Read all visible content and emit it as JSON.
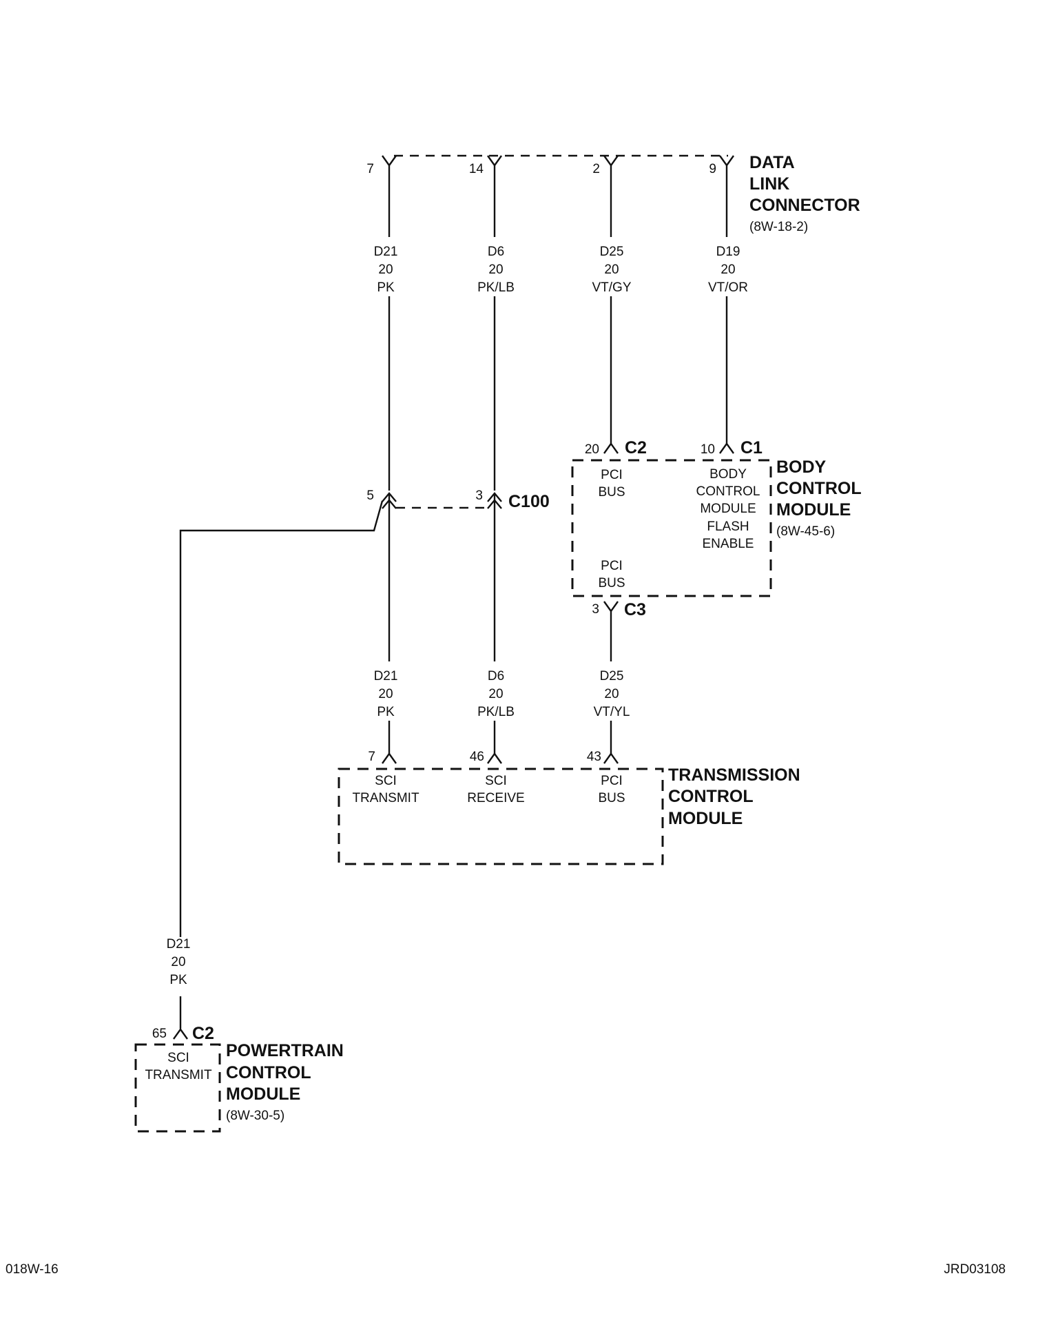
{
  "data_link_connector": {
    "name_lines": [
      "DATA",
      "LINK",
      "CONNECTOR"
    ],
    "ref": "(8W-18-2)",
    "pins": [
      "7",
      "14",
      "2",
      "9"
    ]
  },
  "upper_wires": [
    {
      "circuit": "D21",
      "gauge": "20",
      "color": "PK"
    },
    {
      "circuit": "D6",
      "gauge": "20",
      "color": "PK/LB"
    },
    {
      "circuit": "D25",
      "gauge": "20",
      "color": "VT/GY"
    },
    {
      "circuit": "D19",
      "gauge": "20",
      "color": "VT/OR"
    }
  ],
  "bcm": {
    "name_lines": [
      "BODY",
      "CONTROL",
      "MODULE"
    ],
    "ref": "(8W-45-6)",
    "c2_pin": "20",
    "c2_label": "C2",
    "c1_pin": "10",
    "c1_label": "C1",
    "c3_pin": "3",
    "c3_label": "C3",
    "pci_top": [
      "PCI",
      "BUS"
    ],
    "flash": [
      "BODY",
      "CONTROL",
      "MODULE",
      "FLASH",
      "ENABLE"
    ],
    "pci_bottom": [
      "PCI",
      "BUS"
    ]
  },
  "c100": {
    "label": "C100",
    "pin_a": "5",
    "pin_b": "3"
  },
  "lower_wires": [
    {
      "circuit": "D21",
      "gauge": "20",
      "color": "PK"
    },
    {
      "circuit": "D6",
      "gauge": "20",
      "color": "PK/LB"
    },
    {
      "circuit": "D25",
      "gauge": "20",
      "color": "VT/YL"
    }
  ],
  "tcm": {
    "name_lines": [
      "TRANSMISSION",
      "CONTROL",
      "MODULE"
    ],
    "pins": [
      "7",
      "46",
      "43"
    ],
    "terminals": [
      [
        "SCI",
        "TRANSMIT"
      ],
      [
        "SCI",
        "RECEIVE"
      ],
      [
        "PCI",
        "BUS"
      ]
    ]
  },
  "pcm_wire": {
    "circuit": "D21",
    "gauge": "20",
    "color": "PK"
  },
  "pcm": {
    "name_lines": [
      "POWERTRAIN",
      "CONTROL",
      "MODULE"
    ],
    "ref": "(8W-30-5)",
    "pin": "65",
    "connector": "C2",
    "terminal": [
      "SCI",
      "TRANSMIT"
    ]
  },
  "footer": {
    "left": "018W-16",
    "right": "JRD03108"
  }
}
